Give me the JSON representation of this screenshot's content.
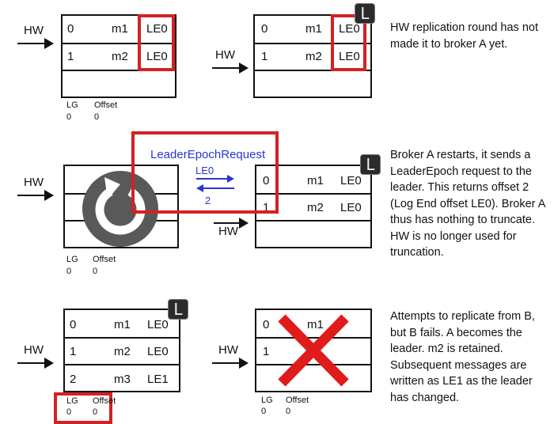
{
  "colors": {
    "highlight": "#d32222",
    "request": "#2a35d4",
    "icon": "#595959"
  },
  "icons": {
    "leader": "leader-badge-icon",
    "restart": "restart-icon",
    "failure": "x-cross-icon"
  },
  "hw_label": "HW",
  "lg_label": "LG",
  "offset_label": "Offset",
  "zero": "0",
  "panel1": {
    "left_rows": [
      {
        "offset": "0",
        "msg": "m1",
        "epoch": "LE0"
      },
      {
        "offset": "1",
        "msg": "m2",
        "epoch": "LE0"
      }
    ],
    "right_rows": [
      {
        "offset": "0",
        "msg": "m1",
        "epoch": "LE0"
      },
      {
        "offset": "1",
        "msg": "m2",
        "epoch": "LE0"
      }
    ],
    "description": "HW replication round has not made it to broker A yet."
  },
  "panel2": {
    "request_label": "LeaderEpochRequest",
    "request_value": "LE0",
    "response_value": "2",
    "right_rows": [
      {
        "offset": "0",
        "msg": "m1",
        "epoch": "LE0"
      },
      {
        "offset": "1",
        "msg": "m2",
        "epoch": "LE0"
      }
    ],
    "description": "Broker A restarts, it sends a LeaderEpoch request to the leader. This returns offset 2 (Log End offset LE0). Broker A thus has nothing to truncate.  HW is no longer used for truncation."
  },
  "panel3": {
    "left_rows": [
      {
        "offset": "0",
        "msg": "m1",
        "epoch": "LE0"
      },
      {
        "offset": "1",
        "msg": "m2",
        "epoch": "LE0"
      },
      {
        "offset": "2",
        "msg": "m3",
        "epoch": "LE1"
      }
    ],
    "right_rows": [
      {
        "offset": "0",
        "msg": "m1"
      },
      {
        "offset": "1",
        "msg": ""
      }
    ],
    "description": "Attempts to replicate from B, but B fails. A becomes the leader. m2 is retained. Subsequent messages are written as LE1 as the leader has changed."
  }
}
